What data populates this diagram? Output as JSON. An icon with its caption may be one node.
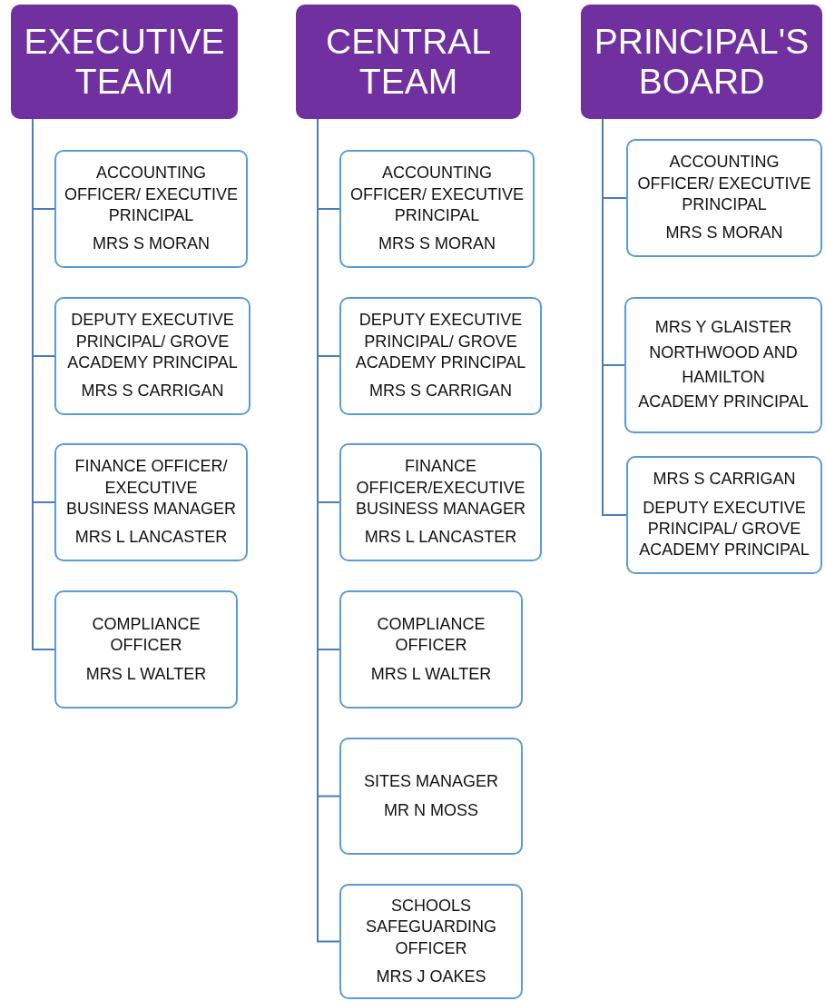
{
  "diagram": {
    "nodes": [
      {
        "text": [
          "EXECUTIVE TEAM"
        ]
      },
      {
        "text": [
          "ACCOUNTING OFFICER/ EXECUTIVE PRINCIPAL",
          "MRS S MORAN"
        ]
      },
      {
        "text": [
          "DEPUTY EXECUTIVE PRINCIPAL/ GROVE ACADEMY PRINCIPAL",
          "MRS S CARRIGAN"
        ]
      },
      {
        "text": [
          "FINANCE OFFICER/ EXECUTIVE BUSINESS MANAGER",
          "MRS L LANCASTER"
        ]
      },
      {
        "text": [
          "COMPLIANCE OFFICER",
          "MRS L WALTER"
        ]
      },
      {
        "text": [
          "CENTRAL TEAM"
        ]
      },
      {
        "text": [
          "ACCOUNTING OFFICER/ EXECUTIVE PRINCIPAL",
          "MRS S MORAN"
        ]
      },
      {
        "text": [
          "DEPUTY EXECUTIVE PRINCIPAL/ GROVE ACADEMY PRINCIPAL",
          "MRS S CARRIGAN"
        ]
      },
      {
        "text": [
          "FINANCE OFFICER/EXECUTIVE BUSINESS MANAGER",
          "MRS L LANCASTER"
        ]
      },
      {
        "text": [
          "COMPLIANCE OFFICER",
          "MRS L WALTER"
        ]
      },
      {
        "text": [
          "SITES MANAGER",
          "MR N MOSS"
        ]
      },
      {
        "text": [
          "SCHOOLS SAFEGUARDING OFFICER",
          "MRS J OAKES"
        ]
      },
      {
        "text": [
          "PRINCIPAL'S BOARD"
        ]
      },
      {
        "text": [
          "ACCOUNTING OFFICER/ EXECUTIVE PRINCIPAL",
          "MRS S MORAN"
        ]
      },
      {
        "text": [
          "MRS Y GLAISTER",
          "NORTHWOOD AND",
          "HAMILTON",
          "ACADEMY PRINCIPAL"
        ]
      },
      {
        "text": [
          "MRS S CARRIGAN",
          "DEPUTY EXECUTIVE PRINCIPAL/ GROVE ACADEMY PRINCIPAL"
        ]
      }
    ],
    "edges": [
      {
        "from": 0,
        "to": 1,
        "arrow": "none"
      },
      {
        "from": 0,
        "to": 2,
        "arrow": "none"
      },
      {
        "from": 0,
        "to": 3,
        "arrow": "none"
      },
      {
        "from": 0,
        "to": 4,
        "arrow": "none"
      },
      {
        "from": 5,
        "to": 6,
        "arrow": "none"
      },
      {
        "from": 5,
        "to": 7,
        "arrow": "none"
      },
      {
        "from": 5,
        "to": 8,
        "arrow": "none"
      },
      {
        "from": 5,
        "to": 9,
        "arrow": "none"
      },
      {
        "from": 5,
        "to": 10,
        "arrow": "none"
      },
      {
        "from": 5,
        "to": 11,
        "arrow": "none"
      },
      {
        "from": 12,
        "to": 13,
        "arrow": "none"
      },
      {
        "from": 12,
        "to": 14,
        "arrow": "none"
      },
      {
        "from": 12,
        "to": 15,
        "arrow": "none"
      }
    ]
  }
}
